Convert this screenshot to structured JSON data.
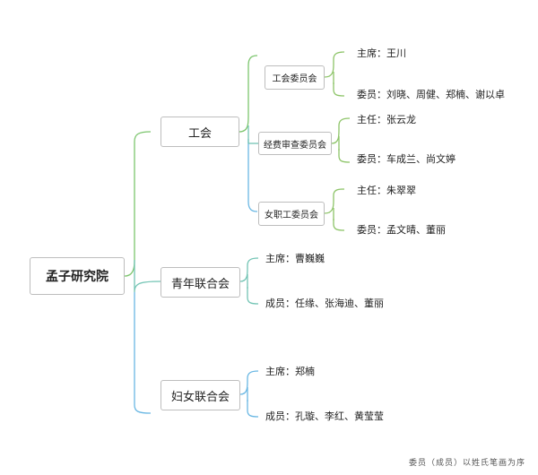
{
  "colors": {
    "root_branch": "#7cc56d",
    "gonghui_branch": "#7cc56d",
    "qingnian_branch": "#72c4b4",
    "funv_branch": "#69b7e3",
    "sub_branch": "#8dc468"
  },
  "root": {
    "label": "孟子研究院"
  },
  "gonghui": {
    "label": "工会",
    "committees": [
      {
        "label": "工会委员会",
        "members": [
          "主席：王川",
          "委员：刘晓、周健、郑楠、谢以卓"
        ]
      },
      {
        "label": "经费审查委员会",
        "members": [
          "主任：张云龙",
          "委员：车成兰、尚文婷"
        ]
      },
      {
        "label": "女职工委员会",
        "members": [
          "主任：朱翠翠",
          "委员：孟文晴、董丽"
        ]
      }
    ]
  },
  "qingnian": {
    "label": "青年联合会",
    "members": [
      "主席：曹巍巍",
      "成员：任缘、张海迪、董丽"
    ]
  },
  "funv": {
    "label": "妇女联合会",
    "members": [
      "主席：郑楠",
      "成员：孔璇、李红、黄莹莹"
    ]
  },
  "footer": "委员（成员）以姓氏笔画为序"
}
